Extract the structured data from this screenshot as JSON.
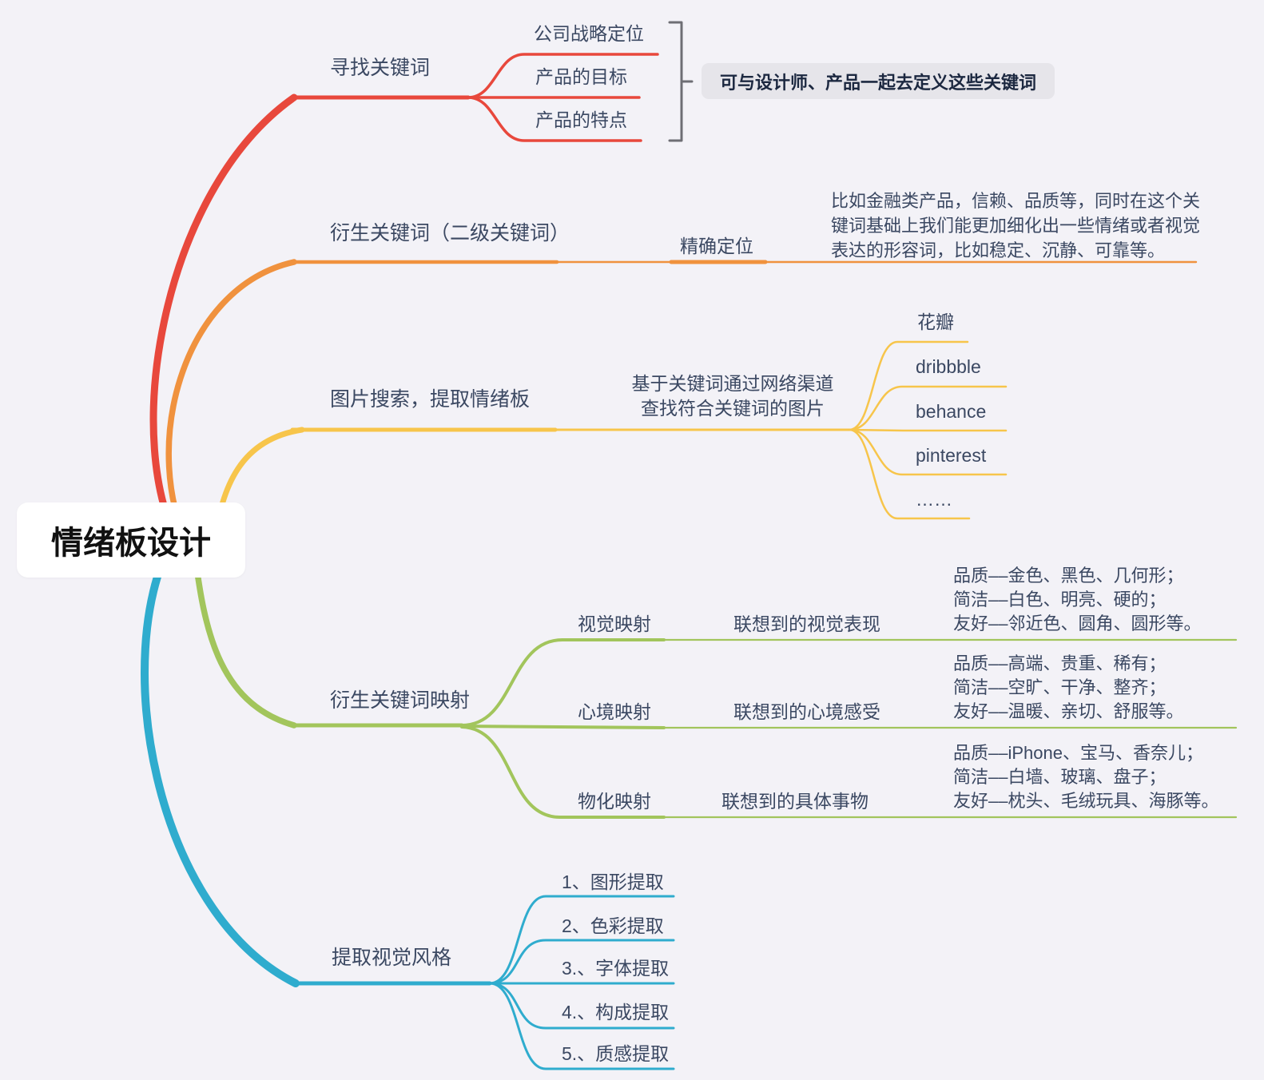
{
  "root": {
    "title": "情绪板设计"
  },
  "colors": {
    "red": "#E8483C",
    "orange": "#F0923E",
    "yellow": "#F7C54B",
    "green": "#A2C55C",
    "cyan": "#2FACCE",
    "bracket_gray": "#6E6E74",
    "background": "#F3F2F7",
    "text": "#3B4862",
    "note_background": "#E6E5EA"
  },
  "branches": [
    {
      "id": "find-keywords",
      "label": "寻找关键词",
      "children": [
        "公司战略定位",
        "产品的目标",
        "产品的特点"
      ],
      "note": "可与设计师、产品一起去定义这些关键词"
    },
    {
      "id": "derived-keywords",
      "label": "衍生关键词（二级关键词）",
      "children": [
        {
          "label": "精确定位",
          "detail": "比如金融类产品，信赖、品质等，同时在这个关键词基础上我们能更加细化出一些情绪或者视觉表达的形容词，比如稳定、沉静、可靠等。"
        }
      ]
    },
    {
      "id": "image-search",
      "label": "图片搜索，提取情绪板",
      "note": "基于关键词通过网络渠道查找符合关键词的图片",
      "children": [
        "花瓣",
        "dribbble",
        "behance",
        "pinterest",
        "……"
      ]
    },
    {
      "id": "keyword-mapping",
      "label": "衍生关键词映射",
      "children": [
        {
          "label": "视觉映射",
          "assoc": "联想到的视觉表现",
          "detail": "品质––金色、黑色、几何形；\n简洁––白色、明亮、硬的；\n友好––邻近色、圆角、圆形等。"
        },
        {
          "label": "心境映射",
          "assoc": "联想到的心境感受",
          "detail": "品质––高端、贵重、稀有；\n简洁––空旷、干净、整齐；\n友好––温暖、亲切、舒服等。"
        },
        {
          "label": "物化映射",
          "assoc": "联想到的具体事物",
          "detail": "品质––iPhone、宝马、香奈儿；\n简洁––白墙、玻璃、盘子；\n友好––枕头、毛绒玩具、海豚等。"
        }
      ]
    },
    {
      "id": "visual-style",
      "label": "提取视觉风格",
      "children": [
        "1、图形提取",
        "2、色彩提取",
        "3.、字体提取",
        "4.、构成提取",
        "5.、质感提取"
      ]
    }
  ]
}
